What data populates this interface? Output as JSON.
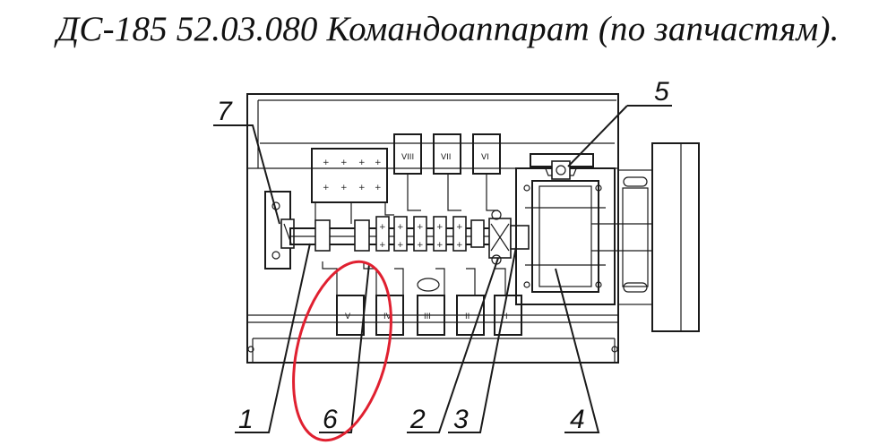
{
  "title": "ДС-185 52.03.080  Командоаппарат (по запчастям).",
  "callouts": [
    {
      "id": "1",
      "label": "1"
    },
    {
      "id": "2",
      "label": "2"
    },
    {
      "id": "3",
      "label": "3"
    },
    {
      "id": "4",
      "label": "4"
    },
    {
      "id": "5",
      "label": "5"
    },
    {
      "id": "6",
      "label": "6"
    },
    {
      "id": "7",
      "label": "7"
    }
  ],
  "roman": {
    "top1": "VIII",
    "top2": "VII",
    "top3": "VI",
    "b1": "V",
    "b2": "IV",
    "b3": "III",
    "b4": "II",
    "b5": "I"
  },
  "highlight_color": "#e02030"
}
